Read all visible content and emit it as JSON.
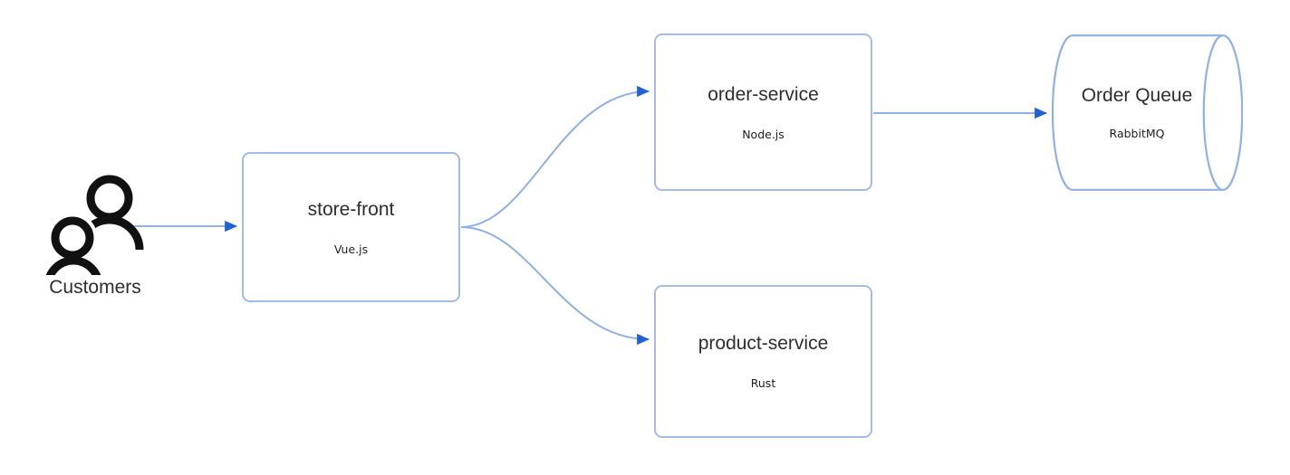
{
  "diagram": {
    "type": "architecture-flow-diagram",
    "background_color": "#ffffff",
    "edge_line_color": "#8fb0e8",
    "edge_arrow_color": "#2062d4",
    "node_border_color": "#a3bbe8",
    "title_text_color": "#2e2e2e",
    "subtitle_text_color": "#1f1f1f"
  },
  "actor": {
    "icon": "two-people-icon",
    "label": "Customers"
  },
  "nodes": [
    {
      "id": "store-front",
      "shape": "rounded-rectangle",
      "title": "store-front",
      "subtitle": "Vue.js"
    },
    {
      "id": "order-service",
      "shape": "rounded-rectangle",
      "title": "order-service",
      "subtitle": "Node.js"
    },
    {
      "id": "product-service",
      "shape": "rounded-rectangle",
      "title": "product-service",
      "subtitle": "Rust"
    },
    {
      "id": "order-queue",
      "shape": "cylinder",
      "title": "Order Queue",
      "subtitle": "RabbitMQ"
    }
  ],
  "edges": [
    {
      "id": "customers-to-store-front",
      "from": "Customers",
      "to": "store-front",
      "style": "straight-arrow"
    },
    {
      "id": "store-front-to-order-service",
      "from": "store-front",
      "to": "order-service",
      "style": "curved-arrow"
    },
    {
      "id": "store-front-to-product-service",
      "from": "store-front",
      "to": "product-service",
      "style": "curved-arrow"
    },
    {
      "id": "order-service-to-order-queue",
      "from": "order-service",
      "to": "Order Queue",
      "style": "straight-arrow"
    }
  ]
}
